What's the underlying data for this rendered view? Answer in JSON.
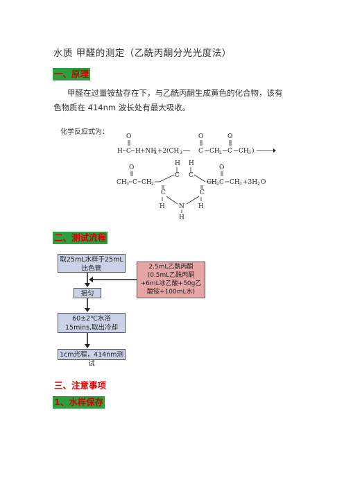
{
  "document": {
    "title": "水质 甲醛的测定（乙酰丙酮分光光度法）",
    "sections": [
      {
        "heading": "一、原理"
      },
      {
        "heading": "二、测试流程"
      },
      {
        "heading": "三、注意事项"
      }
    ],
    "principle": {
      "line1": "甲醛在过量铵盐存在下，与乙酰丙酮生成黄色的化合物，该有",
      "line2": "色物质在 414nm 波长处有最大吸收。",
      "reaction_label": "化学反应式为："
    },
    "reaction": {
      "r1_h": "H",
      "r1_c": "C",
      "r1_h2": "H",
      "r1_o": "O",
      "plus_nh3": "+NH",
      "nh3_sub": "3",
      "plus2": "+2",
      "paren_open": "(CH",
      "ch3_sub": "3",
      "c1": "C",
      "ch2": "CH",
      "ch2_sub": "2",
      "c2": "C",
      "ch3_end": "CH",
      "ch3_end_sub": "3",
      "paren_close": ")",
      "o1": "O",
      "o2": "O",
      "p_ch3": "CH",
      "p_ch3_sub": "3",
      "p_c1": "C",
      "p_ch2": "CH",
      "p_ch2_sub": "2",
      "p_c2": "C",
      "p_c3": "C",
      "p_c4": "C",
      "p_ch2b": "CH",
      "p_ch2b_sub": "2",
      "p_c5": "C",
      "p_ch3b": "CH",
      "p_ch3b_sub": "3",
      "p_plus": "+3H",
      "p_h2o_sub": "2",
      "p_o_end": "O",
      "p_n": "N",
      "p_h_top1": "H",
      "p_h_top2": "H",
      "p_h_left": "H",
      "p_h_right": "H",
      "p_h_bottom": "H",
      "p_o1": "O",
      "p_o2": "O"
    },
    "flow": {
      "step1": "取25mL水样于25mL比色管",
      "reagent": "2.5mL乙酰丙酮(0.5mL乙酰丙酮+6mL冰乙酸+50g乙酸铵+100mL水)",
      "step2": "摇匀",
      "step3": "60±2℃水浴15mins,取出冷却",
      "step4": "1cm光程，414nm测试"
    },
    "sub_heading": "1、水样保存"
  },
  "colors": {
    "heading_bg": "#2e9e3f",
    "heading_text": "#d80000",
    "flow_box": "#c9d2e6",
    "reagent_box": "#e6a6a6"
  }
}
